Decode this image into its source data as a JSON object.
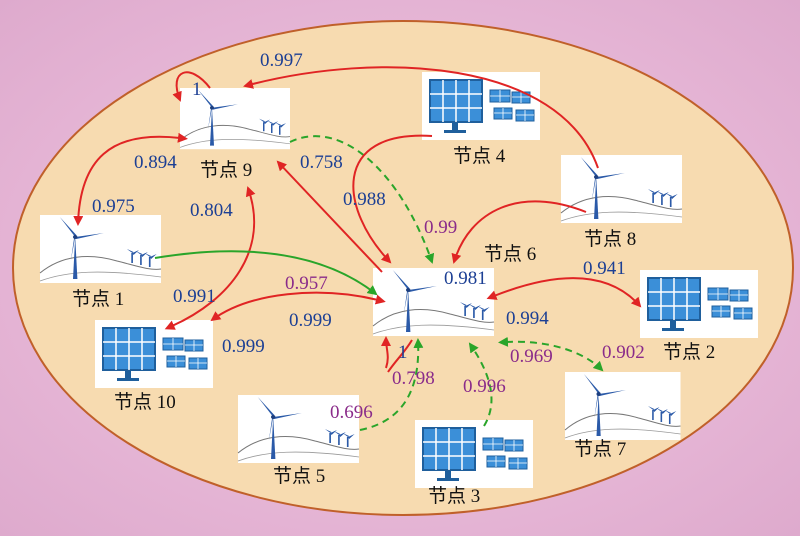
{
  "nodes": [
    {
      "id": "node-9",
      "label": "节点 9",
      "kind": "wind"
    },
    {
      "id": "node-4",
      "label": "节点 4",
      "kind": "solar"
    },
    {
      "id": "node-8",
      "label": "节点 8",
      "kind": "wind"
    },
    {
      "id": "node-1",
      "label": "节点 1",
      "kind": "wind"
    },
    {
      "id": "node-6",
      "label": "节点 6",
      "kind": "wind"
    },
    {
      "id": "node-2",
      "label": "节点 2",
      "kind": "solar"
    },
    {
      "id": "node-10",
      "label": "节点 10",
      "kind": "solar"
    },
    {
      "id": "node-5",
      "label": "节点 5",
      "kind": "wind"
    },
    {
      "id": "node-3",
      "label": "节点 3",
      "kind": "solar"
    },
    {
      "id": "node-7",
      "label": "节点 7",
      "kind": "wind"
    }
  ],
  "edge_labels": {
    "e_0997": "0.997",
    "e_self1_top": "1",
    "e_0894": "0.894",
    "e_0758": "0.758",
    "e_0975": "0.975",
    "e_0804": "0.804",
    "e_0988": "0.988",
    "e_099": "0.99",
    "e_0981": "0.981",
    "e_0941": "0.941",
    "e_0957": "0.957",
    "e_0991": "0.991",
    "e_0999a": "0.999",
    "e_0994": "0.994",
    "e_0999b": "0.999",
    "e_self1_bottom": "1",
    "e_0969": "0.969",
    "e_0902": "0.902",
    "e_0798": "0.798",
    "e_0996": "0.996",
    "e_0696": "0.696"
  },
  "colors": {
    "background": "#e6b6d6",
    "ellipse_fill": "#f7dbb0",
    "ellipse_stroke": "#c0602a",
    "red_edge": "#e02424",
    "green_edge": "#2aa52a",
    "blue_label": "#1c3f94",
    "purple_label": "#8a2b8a",
    "turbine": "#2b5aa8",
    "solar_panel": "#3b8fd8"
  }
}
